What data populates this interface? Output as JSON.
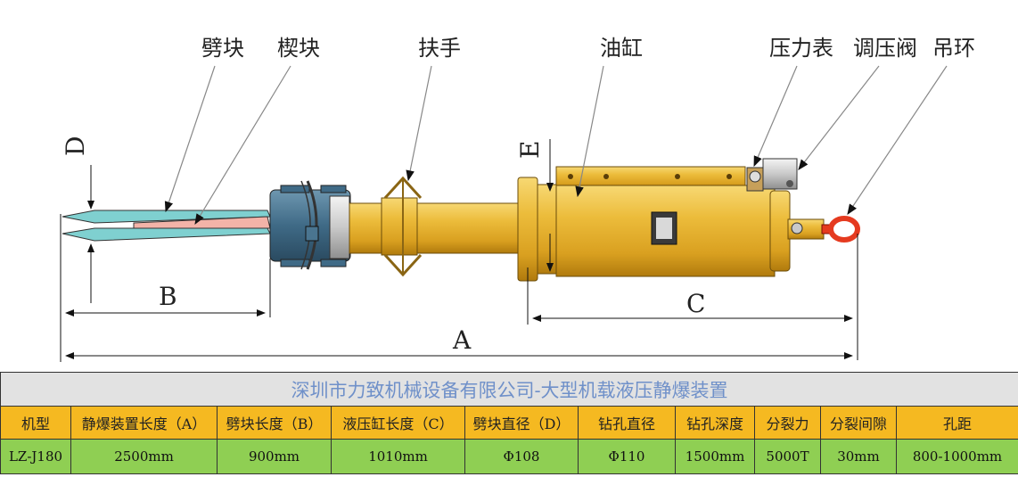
{
  "labels": {
    "splitter": "劈块",
    "wedge": "楔块",
    "handle": "扶手",
    "cylinder": "油缸",
    "gauge": "压力表",
    "valve": "调压阀",
    "ring": "吊环"
  },
  "dimensions": {
    "a": "A",
    "b": "B",
    "c": "C",
    "d": "D",
    "e": "E"
  },
  "nameplate_icon": "nameplate-icon",
  "colors": {
    "cylinder": "#e9b52e",
    "splitter": "#7fd0d0",
    "wedge": "#f3b3a8",
    "head": "#4a7590",
    "eyebolt": "#e53a1f",
    "title_bg": "#e2e2e2",
    "title_text": "#6f90c9",
    "header_bg": "#f5b921",
    "value_bg": "#8fcf53"
  },
  "table": {
    "title": "深圳市力致机械设备有限公司-大型机载液压静爆装置",
    "headers": [
      "机型",
      "静爆装置长度（A）",
      "劈块长度（B）",
      "液压缸长度（C）",
      "劈块直径（D）",
      "钻孔直径",
      "钻孔深度",
      "分裂力",
      "分裂间隙",
      "孔距"
    ],
    "values": [
      "LZ-J180",
      "2500mm",
      "900mm",
      "1010mm",
      "Φ108",
      "Φ110",
      "1500mm",
      "5000T",
      "30mm",
      "800-1000mm"
    ]
  }
}
